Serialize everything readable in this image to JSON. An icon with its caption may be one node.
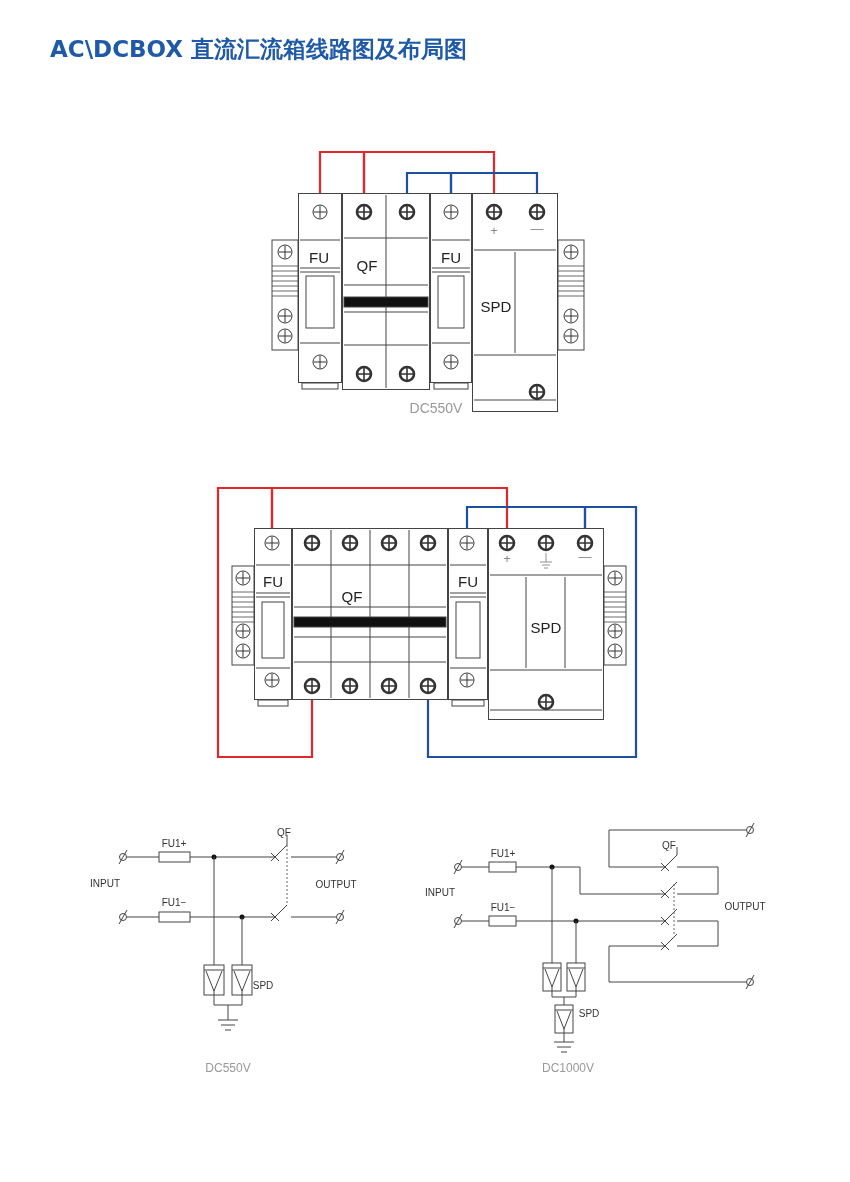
{
  "diagram": {
    "title": "AC\\DCBOX 直流汇流箱线路图及布局图",
    "nodes": [
      {
        "text": [
          "FU"
        ]
      },
      {
        "text": [
          "QF"
        ]
      },
      {
        "text": [
          "FU"
        ]
      },
      {
        "text": [
          "SPD"
        ]
      },
      {
        "text": [
          "FU"
        ]
      },
      {
        "text": [
          "QF"
        ]
      },
      {
        "text": [
          "FU"
        ]
      },
      {
        "text": [
          "SPD"
        ]
      }
    ],
    "edges": [
      {
        "from": 0,
        "to": 1,
        "arrow": "none",
        "color": "#e3262b"
      },
      {
        "from": 1,
        "to": 3,
        "arrow": "none",
        "color": "#e3262b"
      },
      {
        "from": 1,
        "to": 2,
        "arrow": "none",
        "color": "#1f4fa0"
      },
      {
        "from": 2,
        "to": 3,
        "arrow": "none",
        "color": "#1f4fa0"
      },
      {
        "from": 5,
        "to": 4,
        "arrow": "none",
        "color": "#e3262b"
      },
      {
        "from": 4,
        "to": 7,
        "arrow": "none",
        "color": "#e3262b"
      },
      {
        "from": 5,
        "to": 7,
        "arrow": "none",
        "color": "#1f4fa0"
      },
      {
        "from": 7,
        "to": 6,
        "arrow": "none",
        "color": "#1f4fa0"
      }
    ],
    "labels": [
      "+",
      "—",
      "DC550V",
      "+",
      "—",
      "FU1+",
      "QF",
      "INPUT",
      "OUTPUT",
      "FU1−",
      "SPD",
      "DC550V",
      "FU1+",
      "QF",
      "INPUT",
      "FU1−",
      "OUTPUT",
      "SPD",
      "DC1000V"
    ]
  }
}
